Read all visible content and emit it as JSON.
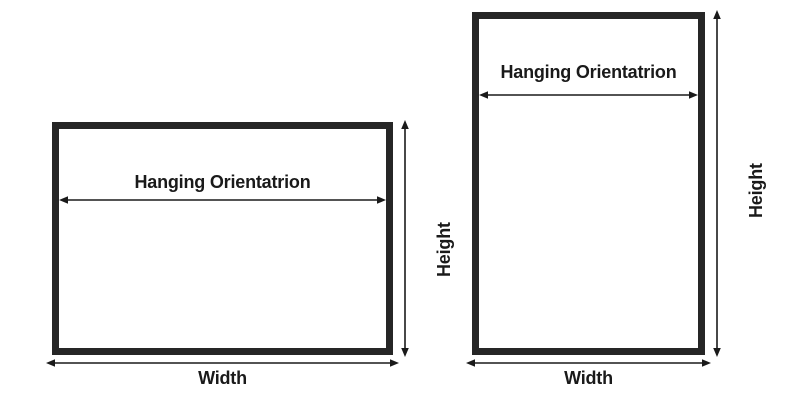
{
  "background_color": "#ffffff",
  "stroke_color": "#262626",
  "text_color": "#1a1a1a",
  "diagrams": [
    {
      "id": "landscape",
      "orientation_label": "Hanging Orientatrion",
      "width_label": "Width",
      "height_label": "Height"
    },
    {
      "id": "portrait",
      "orientation_label": "Hanging Orientatrion",
      "width_label": "Width",
      "height_label": "Height"
    }
  ]
}
